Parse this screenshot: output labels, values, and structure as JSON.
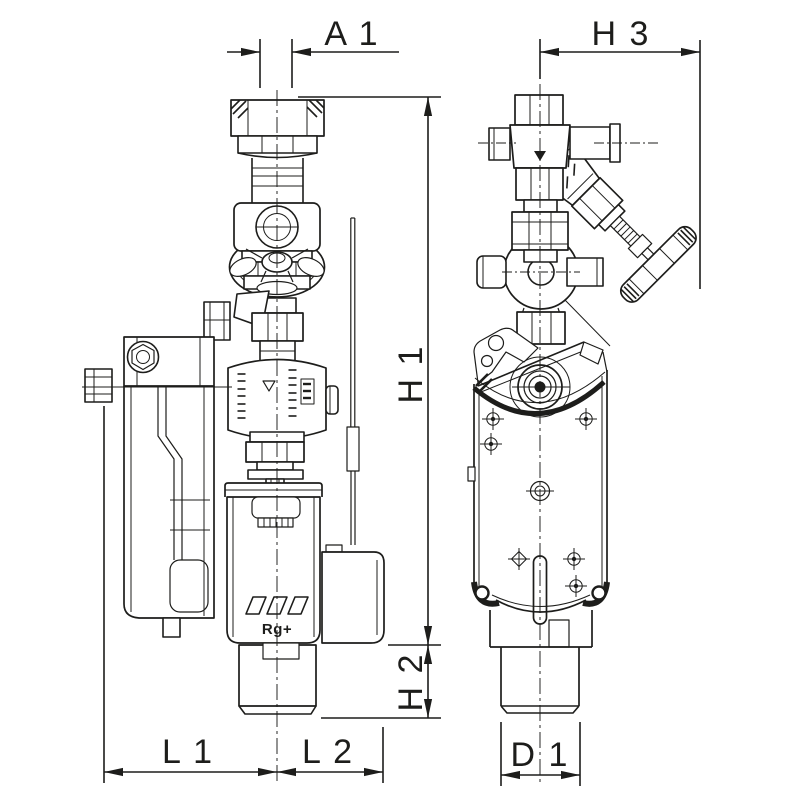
{
  "drawing": {
    "dimensions": {
      "a1": "A 1",
      "h3": "H 3",
      "h1": "H 1",
      "h2": "H 2",
      "l1": "L 1",
      "l2": "L 2",
      "d1": "D 1"
    },
    "markings": {
      "material_label": "Rg+"
    },
    "colors": {
      "line": "#1d1d1b",
      "background": "#ffffff"
    }
  }
}
